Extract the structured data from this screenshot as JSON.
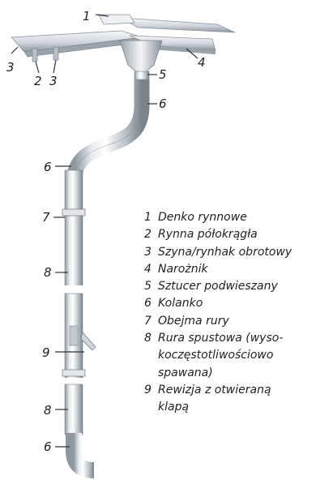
{
  "diagram": {
    "callouts": [
      "1",
      "3",
      "2",
      "3",
      "4",
      "5",
      "6",
      "6",
      "7",
      "8",
      "9",
      "8",
      "6"
    ]
  },
  "legend": {
    "items": [
      {
        "number": "1",
        "lines": [
          "Denko rynnowe"
        ]
      },
      {
        "number": "2",
        "lines": [
          "Rynna półokrągła"
        ]
      },
      {
        "number": "3",
        "lines": [
          "Szyna/rynhak obrotowy"
        ]
      },
      {
        "number": "4",
        "lines": [
          "Narożnik"
        ]
      },
      {
        "number": "5",
        "lines": [
          "Sztucer podwieszany"
        ]
      },
      {
        "number": "6",
        "lines": [
          "Kolanko"
        ]
      },
      {
        "number": "7",
        "lines": [
          "Obejma rury"
        ]
      },
      {
        "number": "8",
        "lines": [
          "Rura spustowa (wyso-",
          "koczęstotliwościowo",
          "spawana)"
        ]
      },
      {
        "number": "9",
        "lines": [
          "Rewizja z otwieraną",
          "klapą"
        ]
      }
    ]
  },
  "colors": {
    "metal_light": "#f2f4f6",
    "metal_mid": "#d3d8dd",
    "metal_dark": "#9ba3ab",
    "metal_shadow": "#6f7780",
    "text": "#222222"
  }
}
